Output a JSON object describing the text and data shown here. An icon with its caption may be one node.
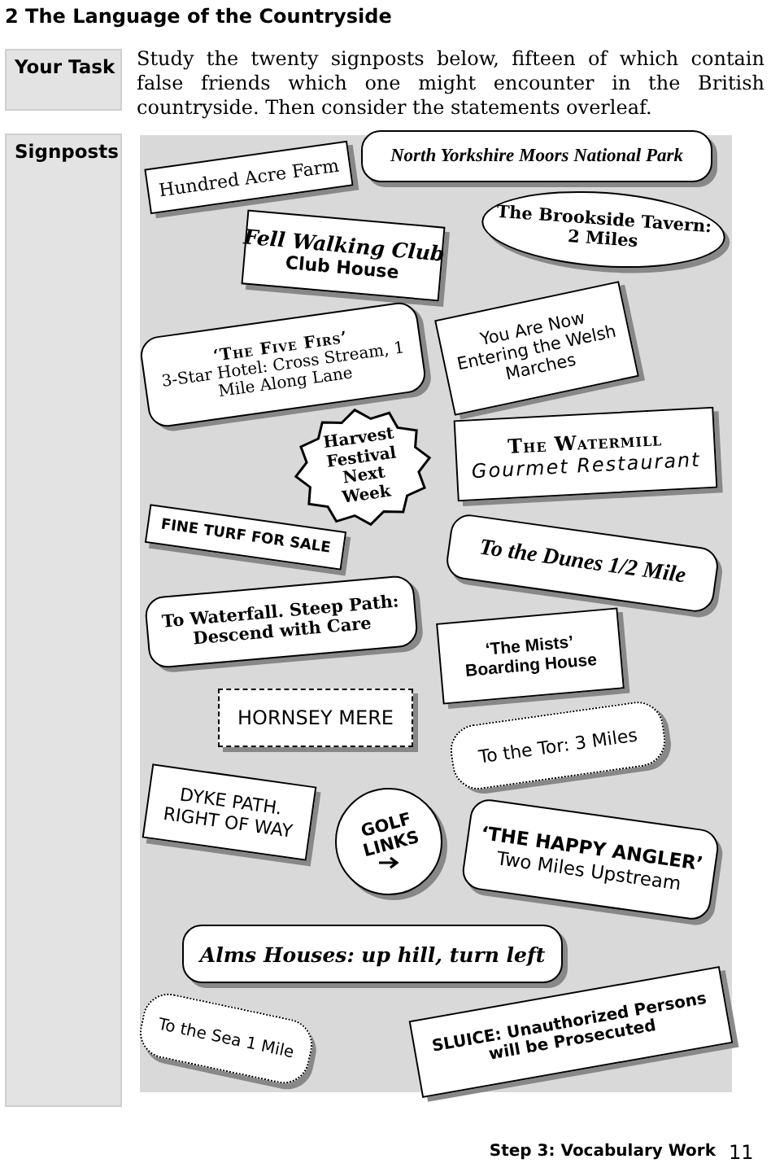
{
  "diagram": {
    "title": "2 The Language of the Countryside",
    "nodes": [
      {
        "text": [
          "Your Task"
        ]
      },
      {
        "text": [
          "Signposts"
        ]
      },
      {
        "text": [
          "Hundred Acre Farm"
        ]
      },
      {
        "text": [
          "North Yorkshire Moors National Park"
        ]
      },
      {
        "text": [
          "Fell Walking Club",
          "Club House"
        ]
      },
      {
        "text": [
          "The Brookside Tavern: 2 Miles"
        ]
      },
      {
        "text": [
          "‘The Five Firs’",
          "3-Star Hotel: Cross Stream, 1 Mile Along Lane"
        ]
      },
      {
        "text": [
          "You Are Now Entering the Welsh Marches"
        ]
      },
      {
        "text": [
          "Harvest Festival Next Week"
        ]
      },
      {
        "text": [
          "The Watermill",
          "Gourmet Restaurant"
        ]
      },
      {
        "text": [
          "FINE TURF FOR SALE"
        ]
      },
      {
        "text": [
          "To the Dunes 1/2 Mile"
        ]
      },
      {
        "text": [
          "To Waterfall. Steep Path: Descend with Care"
        ]
      },
      {
        "text": [
          "‘The Mists’ Boarding House"
        ]
      },
      {
        "text": [
          "HORNSEY MERE"
        ]
      },
      {
        "text": [
          "To the Tor: 3 Miles"
        ]
      },
      {
        "text": [
          "DYKE PATH. RIGHT OF WAY"
        ]
      },
      {
        "text": [
          "GOLF LINKS"
        ]
      },
      {
        "text": [
          "‘THE HAPPY ANGLER’",
          "Two Miles Upstream"
        ]
      },
      {
        "text": [
          "Alms Houses: up hill, turn left"
        ]
      },
      {
        "text": [
          "To the Sea 1 Mile"
        ]
      },
      {
        "text": [
          "**SLUICE:** Unauthorized Persons will be Prosecuted"
        ]
      }
    ],
    "labels": [
      "Study the twenty signposts below, fifteen of which contain false friends which one might encounter in the British countryside. Then consider the statements overleaf.",
      "Step 3: Vocabulary Work",
      "11"
    ]
  }
}
